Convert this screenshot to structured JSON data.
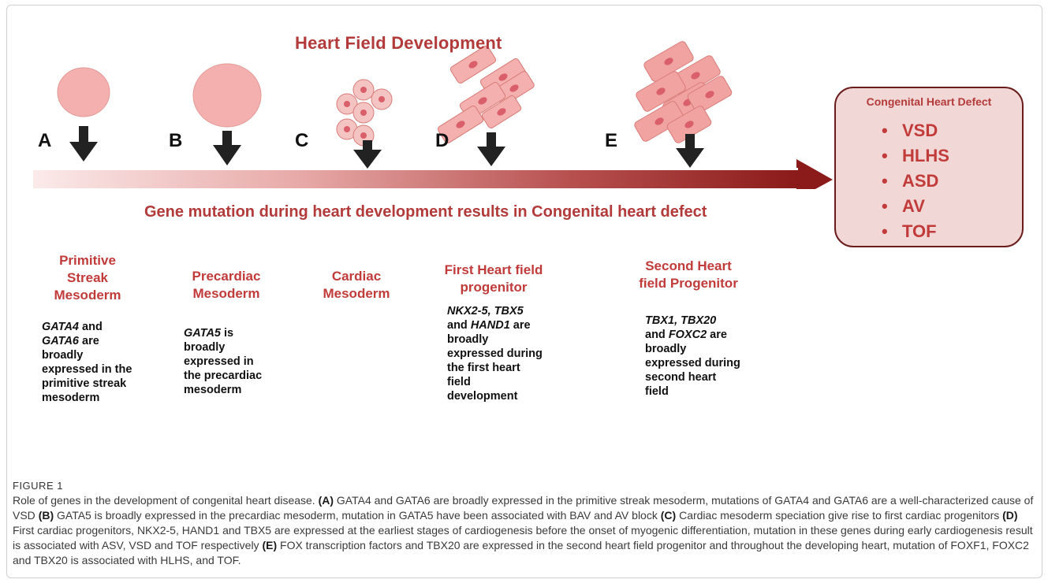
{
  "figure": {
    "title": "Heart Field Development",
    "stage_letters": [
      "A",
      "B",
      "C",
      "D",
      "E"
    ],
    "banner": "Gene mutation during  heart development results in Congenital  heart defect",
    "defect_box": {
      "title": "Congenital Heart Defect",
      "items": [
        "VSD",
        "HLHS",
        "ASD",
        "AV",
        "TOF"
      ]
    },
    "stages": [
      {
        "title_lines": [
          "Primitive",
          "Streak",
          "Mesoderm"
        ],
        "desc_lines": [
          [
            {
              "t": "GATA4",
              "i": true
            },
            {
              "t": " and",
              "i": false
            }
          ],
          [
            {
              "t": "GATA6",
              "i": true
            },
            {
              "t": " are",
              "i": false
            }
          ],
          [
            {
              "t": "broadly",
              "i": false
            }
          ],
          [
            {
              "t": "expressed in the",
              "i": false
            }
          ],
          [
            {
              "t": "primitive streak",
              "i": false
            }
          ],
          [
            {
              "t": "mesoderm",
              "i": false
            }
          ]
        ]
      },
      {
        "title_lines": [
          "Precardiac",
          "Mesoderm"
        ],
        "desc_lines": [
          [
            {
              "t": "GATA5",
              "i": true
            },
            {
              "t": " is",
              "i": false
            }
          ],
          [
            {
              "t": "broadly",
              "i": false
            }
          ],
          [
            {
              "t": "expressed in",
              "i": false
            }
          ],
          [
            {
              "t": "the precardiac",
              "i": false
            }
          ],
          [
            {
              "t": "mesoderm",
              "i": false
            }
          ]
        ]
      },
      {
        "title_lines": [
          "Cardiac",
          "Mesoderm"
        ],
        "desc_lines": []
      },
      {
        "title_lines": [
          "First Heart field",
          "progenitor"
        ],
        "desc_lines": [
          [
            {
              "t": "NKX2-5, TBX5",
              "i": true
            }
          ],
          [
            {
              "t": "and ",
              "i": false
            },
            {
              "t": "HAND1",
              "i": true
            },
            {
              "t": " are",
              "i": false
            }
          ],
          [
            {
              "t": "broadly",
              "i": false
            }
          ],
          [
            {
              "t": "expressed during",
              "i": false
            }
          ],
          [
            {
              "t": "the first heart",
              "i": false
            }
          ],
          [
            {
              "t": "field",
              "i": false
            }
          ],
          [
            {
              "t": "development",
              "i": false
            }
          ]
        ]
      },
      {
        "title_lines": [
          "Second Heart",
          "field Progenitor"
        ],
        "desc_lines": [
          [
            {
              "t": "TBX1, TBX20",
              "i": true
            }
          ],
          [
            {
              "t": "and ",
              "i": false
            },
            {
              "t": "FOXC2",
              "i": true
            },
            {
              "t": " are",
              "i": false
            }
          ],
          [
            {
              "t": "broadly",
              "i": false
            }
          ],
          [
            {
              "t": "expressed during",
              "i": false
            }
          ],
          [
            {
              "t": "second heart",
              "i": false
            }
          ],
          [
            {
              "t": "field",
              "i": false
            }
          ]
        ]
      }
    ]
  },
  "caption": {
    "label": "FIGURE 1",
    "segments": [
      {
        "t": "Role of genes in the development of congenital heart disease. ",
        "b": false
      },
      {
        "t": "(A)",
        "b": true
      },
      {
        "t": " GATA4 and GATA6 are broadly expressed in the primitive streak mesoderm, mutations of GATA4 and GATA6 are a well-characterized cause of VSD ",
        "b": false
      },
      {
        "t": "(B)",
        "b": true
      },
      {
        "t": " GATA5 is broadly expressed in the precardiac mesoderm, mutation in GATA5 have been associated with BAV and AV block ",
        "b": false
      },
      {
        "t": "(C)",
        "b": true
      },
      {
        "t": " Cardiac mesoderm speciation give rise to first cardiac progenitors ",
        "b": false
      },
      {
        "t": "(D)",
        "b": true
      },
      {
        "t": " First cardiac progenitors, NKX2-5, HAND1 and TBX5 are expressed at the earliest stages of cardiogenesis before the onset of myogenic differentiation, mutation in these genes during early cardiogenesis result is associated with ASV, VSD and TOF respectively ",
        "b": false
      },
      {
        "t": "(E)",
        "b": true
      },
      {
        "t": " FOX transcription factors and TBX20 are expressed in the second heart field progenitor and throughout the developing heart, mutation of FOXF1, FOXC2 and TBX20 is associated with HLHS, and TOF.",
        "b": false
      }
    ]
  },
  "colors": {
    "accent_red": "#c23b3b",
    "arrow_dark": "#8b1a1a",
    "cell_fill": "#f3b0ae",
    "cell_border": "#d97b78",
    "nucleus": "#d9606a",
    "defect_fill": "#f1d7d5"
  }
}
